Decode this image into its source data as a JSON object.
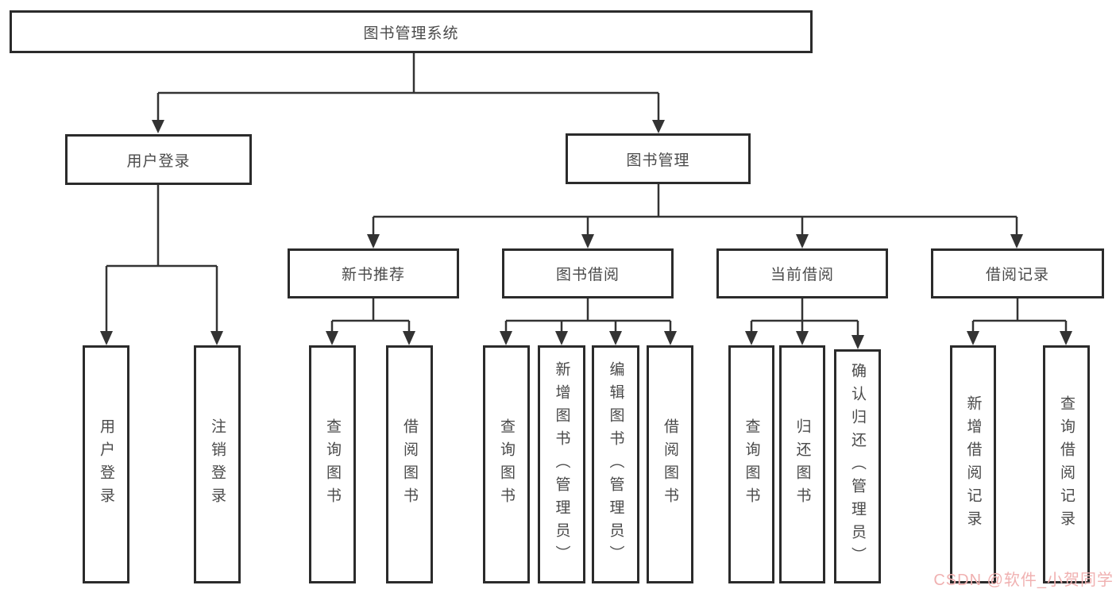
{
  "diagram": {
    "root": "图书管理系统",
    "level2": [
      "用户登录",
      "图书管理"
    ],
    "level3": [
      "新书推荐",
      "图书借阅",
      "当前借阅",
      "借阅记录"
    ],
    "leaves_login": [
      "用户登录",
      "注销登录"
    ],
    "leaves_recommend": [
      "查询图书",
      "借阅图书"
    ],
    "leaves_borrow": [
      "查询图书",
      "新增图书（管理员）",
      "编辑图书（管理员）",
      "借阅图书"
    ],
    "leaves_current": [
      "查询图书",
      "归还图书",
      "确认归还（管理员）"
    ],
    "leaves_records": [
      "新增借阅记录",
      "查询借阅记录"
    ]
  },
  "watermark": "CSDN @软件_小贺同学",
  "colors": {
    "line": "#333333",
    "box_border": "#2b2b2b",
    "text": "#4a4a4a",
    "watermark": "#f0b1b1",
    "background": "#ffffff"
  }
}
